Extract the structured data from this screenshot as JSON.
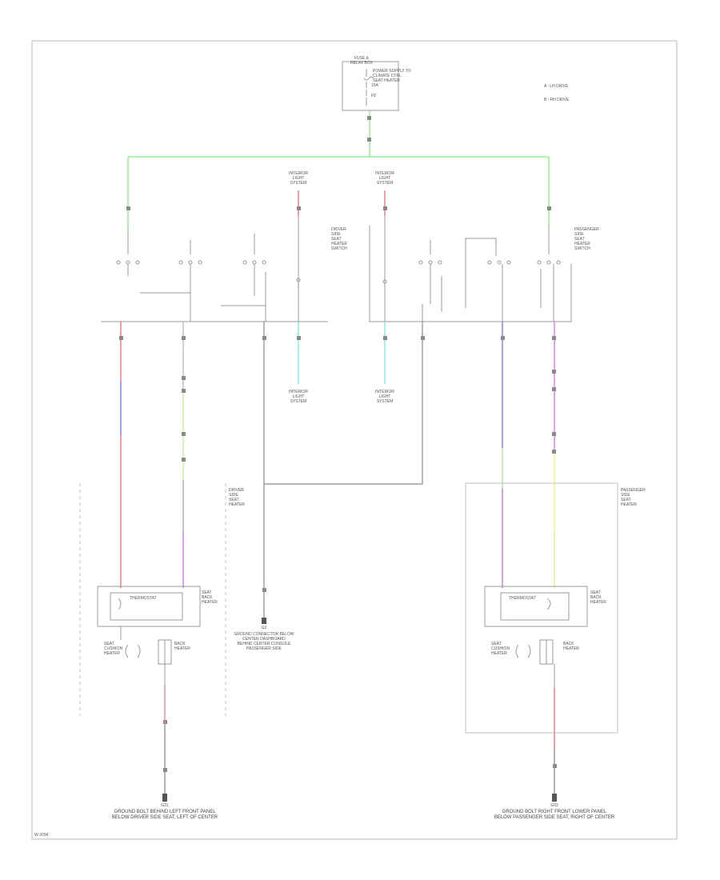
{
  "title": "",
  "colors": {
    "frame": "#b8b8b8",
    "wire_default": "#8a8a8a",
    "component": "#9a9a9a",
    "light_green": "#7ef07a",
    "red": "#f06a78",
    "pink": "#f07aa0",
    "blue": "#7070f0",
    "cyan": "#7ae8e0",
    "violet": "#c070e0",
    "magenta": "#e070e8",
    "yellow": "#f0f070",
    "yellow_green": "#d8f080",
    "lime": "#c8f090",
    "pale_green": "#a8e8a0"
  },
  "labels": {
    "fuse_block": "FUSE &\nRELAY BOX",
    "fuse_block_note": "POWER SUPPLY TO\nCLIMATE CTRL\nSEAT HEATER",
    "fuse_rating": "15A",
    "fuse_name": "F8",
    "legend_a": "A : LH DRIVE",
    "legend_b": "B : RH DRIVE",
    "driver_switch": "DRIVER\nSIDE\nSEAT\nHEATER\nSWITCH",
    "passenger_switch": "PASSENGER\nSIDE\nSEAT\nHEATER\nSWITCH",
    "illum_left": "INTERIOR\nLIGHT\nSYSTEM",
    "illum_right": "INTERIOR\nLIGHT\nSYSTEM",
    "illum_bottom_left": "INTERIOR\nLIGHT\nSYSTEM",
    "illum_bottom_right": "INTERIOR\nLIGHT\nSYSTEM",
    "driver_seat_heater": "DRIVER\nSIDE\nSEAT\nHEATER",
    "passenger_seat_heater": "PASSENGER\nSIDE\nSEAT\nHEATER",
    "thermostat": "THERMOSTAT",
    "seat_back_heater": "SEAT\nBACK\nHEATER",
    "seat_cushion_heater": "SEAT\nCUSHION\nHEATER",
    "back_heater_left": "BACK\nHEATER",
    "back_heater_right": "BACK\nHEATER",
    "ground_left": "G31",
    "ground_left_note": "GROUND BOLT BEHIND LEFT FRONT PANEL\nBELOW DRIVER SIDE SEAT, LEFT OF CENTER",
    "ground_center": "G2",
    "ground_center_note": "GROUND CONNECTOR BELOW\nCENTER DASHBOARD\nBEHIND CENTER CONSOLE\nPASSENGER SIDE",
    "ground_right": "G32",
    "ground_right_note": "GROUND BOLT RIGHT FRONT LOWER PANEL\nBELOW PASSENGER SIDE SEAT, RIGHT OF CENTER",
    "footer_code": "W-3094"
  }
}
